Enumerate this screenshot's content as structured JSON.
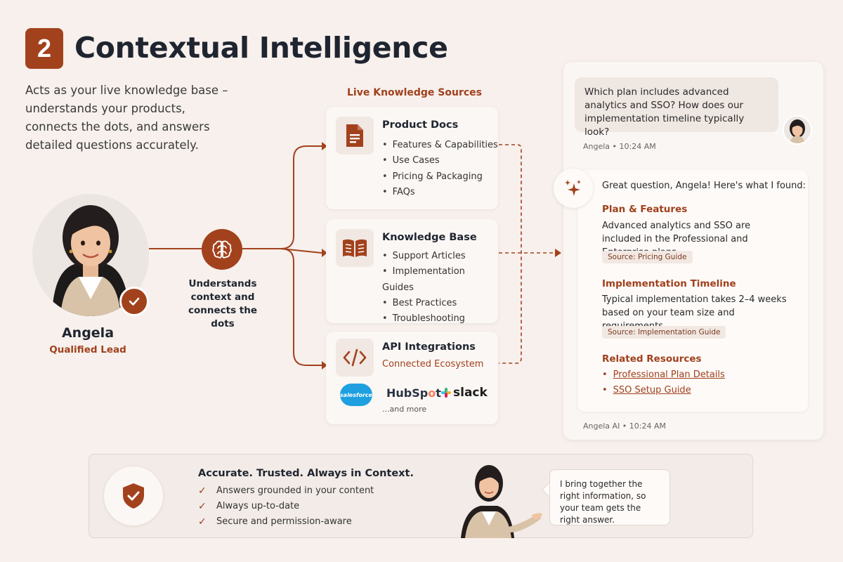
{
  "header": {
    "step_number": "2",
    "title": "Contextual Intelligence",
    "intro": "Acts as your live knowledge base – understands your products, connects the dots, and answers detailed questions accurately."
  },
  "lead": {
    "name": "Angela",
    "role": "Qualified Lead",
    "processor_caption": "Understands context and connects the dots"
  },
  "sources": {
    "title": "Live Knowledge Sources",
    "cards": [
      {
        "title": "Product Docs",
        "icon": "document-icon",
        "items": [
          "Features & Capabilities",
          "Use Cases",
          "Pricing & Packaging",
          "FAQs"
        ]
      },
      {
        "title": "Knowledge Base",
        "icon": "open-book-icon",
        "items": [
          "Support Articles",
          "Implementation Guides",
          "Best Practices",
          "Troubleshooting"
        ]
      },
      {
        "title": "API Integrations",
        "icon": "code-icon",
        "subtitle": "Connected Ecosystem",
        "logos": {
          "salesforce": "salesforce",
          "hubspot_pre": "HubSp",
          "hubspot_o": "o",
          "hubspot_post": "t",
          "slack": "slack"
        },
        "more": "...and more"
      }
    ]
  },
  "chat": {
    "user_message": "Which plan includes advanced analytics and SSO? How does our implementation timeline typically look?",
    "user_meta": "Angela • 10:24 AM",
    "ai_greeting": "Great question, Angela! Here's what I found:",
    "sections": [
      {
        "heading": "Plan & Features",
        "body": "Advanced analytics and SSO are included in the Professional and Enterprise plans.",
        "source": "Source: Pricing Guide"
      },
      {
        "heading": "Implementation Timeline",
        "body": "Typical implementation takes 2–4 weeks based on your team size and requirements.",
        "source": "Source: Implementation Guide"
      }
    ],
    "resources_heading": "Related Resources",
    "resources": [
      "Professional Plan Details",
      "SSO Setup Guide"
    ],
    "ai_meta": "Angela AI • 10:24 AM"
  },
  "footer": {
    "title": "Accurate. Trusted. Always in Context.",
    "points": [
      "Answers grounded in your content",
      "Always up-to-date",
      "Secure and permission-aware"
    ],
    "speech": "I bring together the right information, so your team gets the right answer."
  },
  "colors": {
    "accent": "#a2421d",
    "background": "#f7f0ec",
    "title": "#1f2530"
  }
}
